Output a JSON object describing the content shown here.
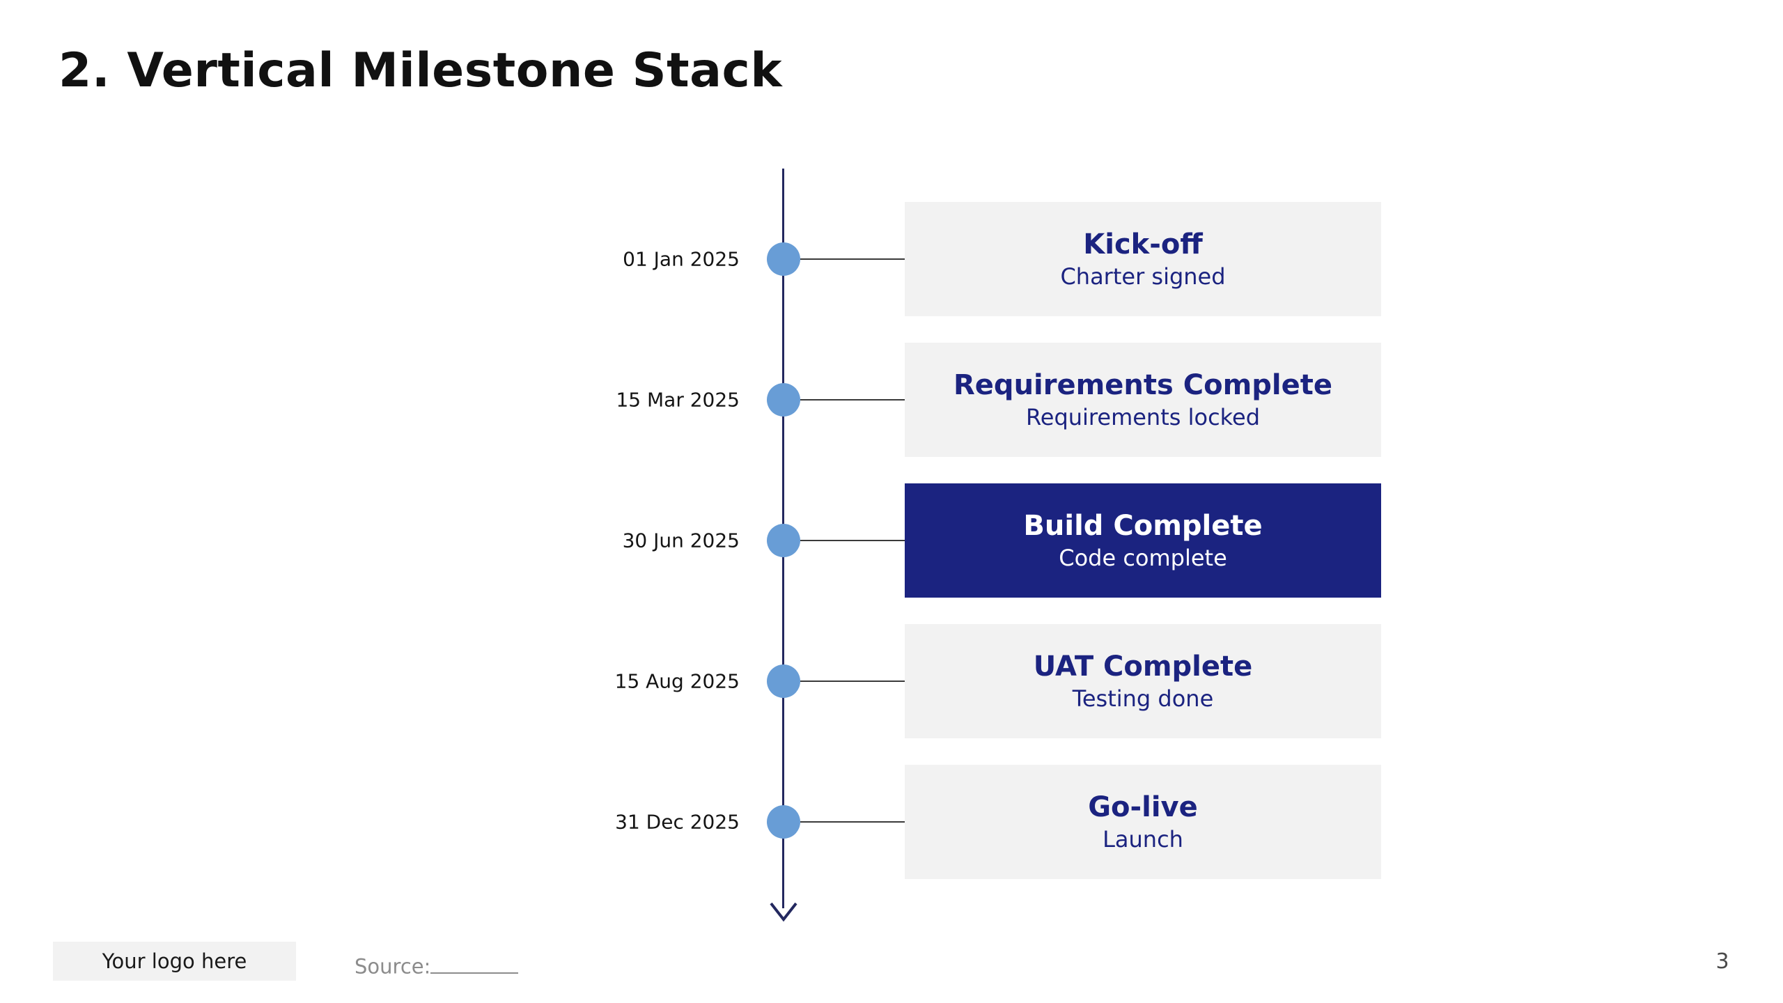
{
  "slide": {
    "title": "2. Vertical Milestone Stack",
    "page_number": "3"
  },
  "timeline": {
    "milestones": [
      {
        "date": "01 Jan 2025",
        "title": "Kick-off",
        "subtitle": "Charter signed",
        "highlighted": false
      },
      {
        "date": "15 Mar 2025",
        "title": "Requirements Complete",
        "subtitle": "Requirements locked",
        "highlighted": false
      },
      {
        "date": "30 Jun 2025",
        "title": "Build Complete",
        "subtitle": "Code complete",
        "highlighted": true
      },
      {
        "date": "15 Aug 2025",
        "title": "UAT Complete",
        "subtitle": "Testing done",
        "highlighted": false
      },
      {
        "date": "31 Dec 2025",
        "title": "Go-live",
        "subtitle": "Launch",
        "highlighted": false
      }
    ]
  },
  "footer": {
    "logo_placeholder": "Your logo here",
    "source_label": "Source:"
  },
  "colors": {
    "accent-navy": "#1B2380",
    "card-bg": "#F2F2F2",
    "marker-blue": "#689DD6",
    "axis-navy": "#23285F",
    "connector-gray": "#3A3A3A",
    "muted-gray": "#8C8C8C"
  }
}
